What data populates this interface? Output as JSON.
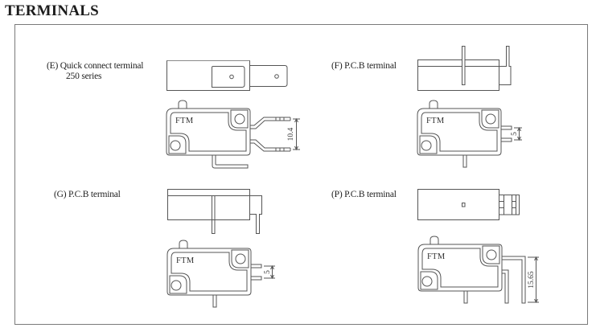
{
  "page": {
    "title": "TERMINALS"
  },
  "terminals": [
    {
      "id": "E",
      "label_line1": "(E) Quick connect terminal",
      "label_line2": "250 series",
      "brand": "FTM",
      "dimension": "10.4"
    },
    {
      "id": "F",
      "label_line1": "(F) P.C.B terminal",
      "brand": "FTM",
      "dimension": "5"
    },
    {
      "id": "G",
      "label_line1": "(G) P.C.B terminal",
      "brand": "FTM",
      "dimension": "5"
    },
    {
      "id": "P",
      "label_line1": "(P) P.C.B terminal",
      "brand": "FTM",
      "dimension": "15.65"
    }
  ]
}
